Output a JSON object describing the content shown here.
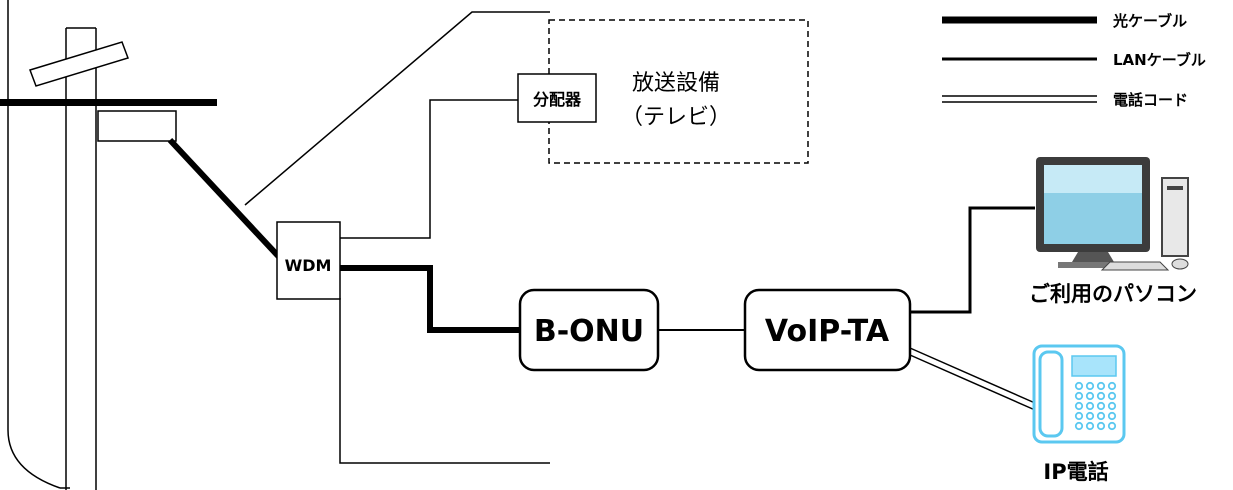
{
  "legend": {
    "optical_label": "光ケーブル",
    "lan_label": "LANケーブル",
    "phone_label": "電話コード"
  },
  "nodes": {
    "wdm": "WDM",
    "bonu": "B-ONU",
    "voip": "VoIP-TA",
    "splitter": "分配器"
  },
  "broadcast": {
    "line1": "放送設備",
    "line2": "（テレビ）"
  },
  "devices": {
    "pc_label": "ご利用のパソコン",
    "phone_label": "IP電話"
  },
  "colors": {
    "line": "#000000",
    "phone_body": "#5bc8f0",
    "phone_screen": "#a8e4fb",
    "monitor_screen": "#8ecfe6",
    "monitor_bezel": "#3c3c3c"
  }
}
